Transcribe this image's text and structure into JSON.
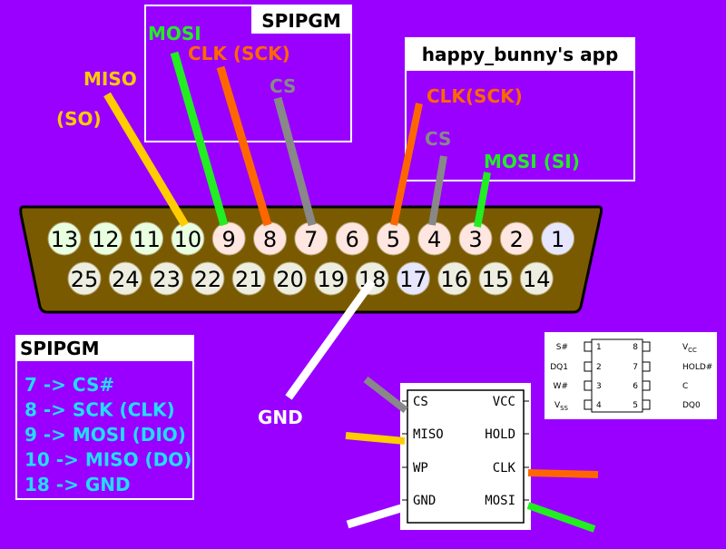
{
  "colors": {
    "background": "#9900ff",
    "connector_shell": "#7a5a00",
    "mosi": "#22ee22",
    "clk": "#ff6600",
    "cs": "#888888",
    "miso": "#ffcc00",
    "gnd": "#ffffff",
    "legend_text": "#22ddff"
  },
  "labels": {
    "spipgm_title": "SPIPGM",
    "app_title": "happy_bunny's app",
    "mosi": "MOSI",
    "clk_sck": "CLK (SCK)",
    "cs": "CS",
    "miso": "MISO",
    "so": "(SO)",
    "app_clk": "CLK(SCK)",
    "app_cs": "CS",
    "app_mosi": "MOSI (SI)",
    "gnd": "GND"
  },
  "connector": {
    "top_row": [
      "13",
      "12",
      "11",
      "10",
      "9",
      "8",
      "7",
      "6",
      "5",
      "4",
      "3",
      "2",
      "1"
    ],
    "bottom_row": [
      "25",
      "24",
      "23",
      "22",
      "21",
      "20",
      "19",
      "18",
      "17",
      "16",
      "15",
      "14"
    ]
  },
  "legend": {
    "title": "SPIPGM",
    "lines": [
      "7 -> CS#",
      "8 -> SCK (CLK)",
      "9 -> MOSI (DIO)",
      "10 -> MISO (DO)",
      "18 -> GND"
    ]
  },
  "chip": {
    "left": [
      "CS",
      "MISO",
      "WP",
      "GND"
    ],
    "right": [
      "VCC",
      "HOLD",
      "CLK",
      "MOSI"
    ]
  },
  "ic": {
    "left_labels": [
      "S#",
      "DQ1",
      "W#",
      "V"
    ],
    "vss_sub": "SS",
    "left_nums": [
      "1",
      "2",
      "3",
      "4"
    ],
    "right_nums": [
      "8",
      "7",
      "6",
      "5"
    ],
    "right_labels": [
      "V",
      "HOLD#",
      "C",
      "DQ0"
    ],
    "vcc_sub": "CC"
  }
}
